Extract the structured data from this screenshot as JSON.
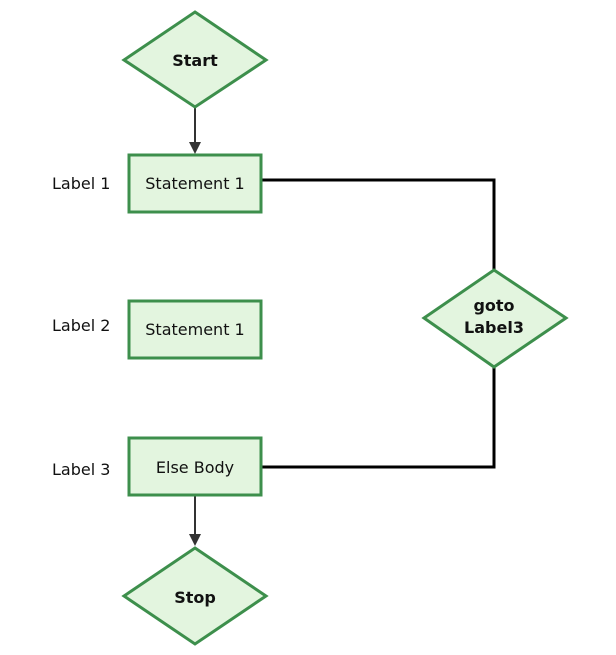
{
  "nodes": {
    "start": "Start",
    "statement1": "Statement 1",
    "statement2": "Statement 1",
    "else_body": "Else Body",
    "stop": "Stop",
    "goto_line1": "goto",
    "goto_line2": "Label3"
  },
  "labels": {
    "label1": "Label 1",
    "label2": "Label 2",
    "label3": "Label 3"
  },
  "colors": {
    "node_fill": "#e3f5df",
    "node_border": "#3d8f4c",
    "connector": "#000000",
    "arrow": "#333333"
  }
}
